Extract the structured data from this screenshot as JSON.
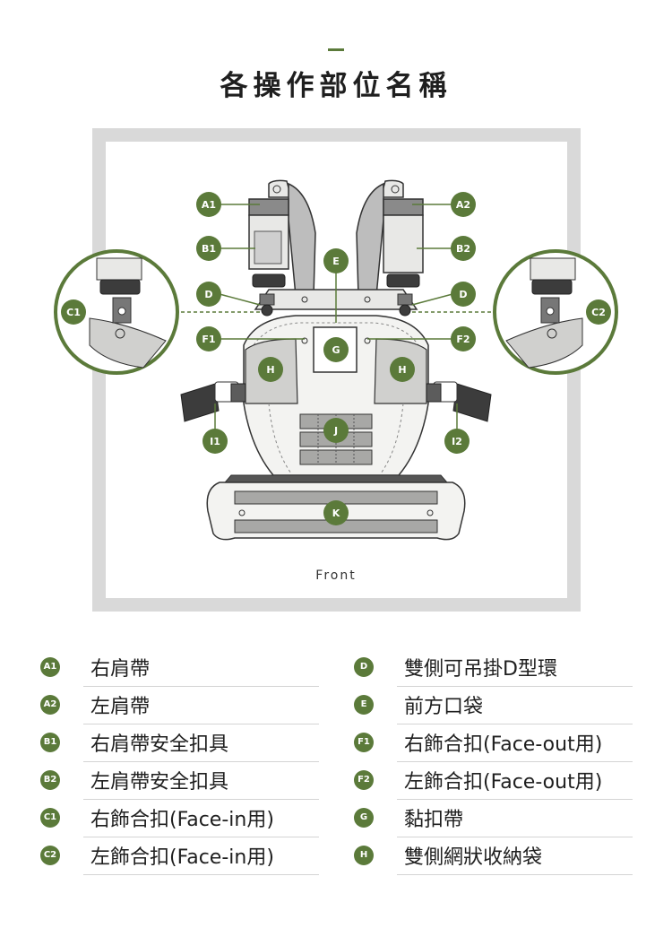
{
  "title": "各操作部位名稱",
  "diagram": {
    "caption": "Front",
    "callouts": {
      "A1": "A1",
      "A2": "A2",
      "B1": "B1",
      "B2": "B2",
      "C1": "C1",
      "C2": "C2",
      "D": "D",
      "E": "E",
      "F1": "F1",
      "F2": "F2",
      "G": "G",
      "H": "H",
      "I1": "I1",
      "I2": "I2",
      "J": "J",
      "K": "K"
    }
  },
  "legend": {
    "left": [
      {
        "code": "A1",
        "label": "右肩帶"
      },
      {
        "code": "A2",
        "label": "左肩帶"
      },
      {
        "code": "B1",
        "label": "右肩帶安全扣具"
      },
      {
        "code": "B2",
        "label": "左肩帶安全扣具"
      },
      {
        "code": "C1",
        "label": "右飾合扣(Face-in用)"
      },
      {
        "code": "C2",
        "label": "左飾合扣(Face-in用)"
      }
    ],
    "right": [
      {
        "code": "D",
        "label": "雙側可吊掛D型環"
      },
      {
        "code": "E",
        "label": "前方口袋"
      },
      {
        "code": "F1",
        "label": "右飾合扣(Face-out用)"
      },
      {
        "code": "F2",
        "label": "左飾合扣(Face-out用)"
      },
      {
        "code": "G",
        "label": "黏扣帶"
      },
      {
        "code": "H",
        "label": "雙側網狀收納袋"
      }
    ]
  },
  "colors": {
    "accent": "#5b7a3a",
    "frame": "#d9d9d9",
    "fabric": "#e8e8e6",
    "outline": "#333333"
  }
}
